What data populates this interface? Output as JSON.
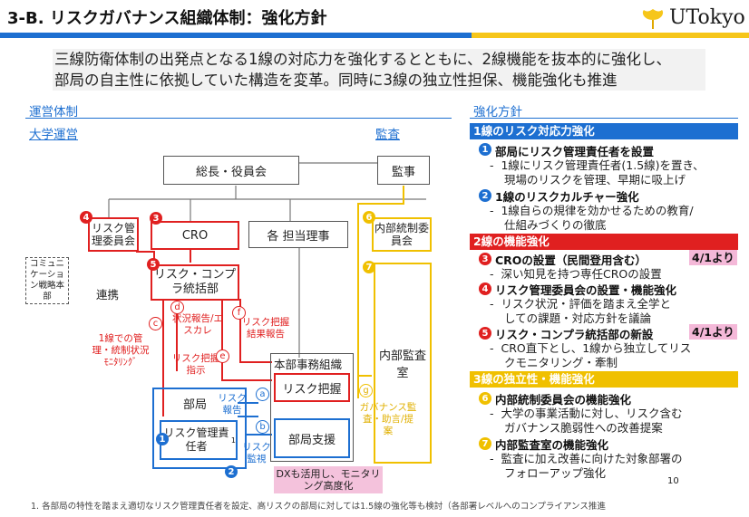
{
  "header": {
    "title": "3-B. リスクガバナンス組織体制：強化方針",
    "logo_text": "UTokyo",
    "accent_blue": "#1d6fd1",
    "accent_yellow": "#f6c61a"
  },
  "intro": {
    "line1": "三線防衛体制の出発点となる1線の対応力を強化するとともに、2線機能を抜本的に強化し、",
    "line2": "部局の自主性に依拠していた構造を変革。同時に3線の独立性担保、機能強化も推進"
  },
  "diagram": {
    "section_label": "運営体制",
    "univ_label": "大学運営",
    "audit_label": "監査",
    "president": "総長・役員会",
    "auditor": "監事",
    "risk_committee": "リスク管理委員会",
    "cro": "CRO",
    "executives": "各 担当理事",
    "internal_control": "内部統制委員会",
    "comm_strategy": "コミュニケーション戦略本部",
    "renkei": "連携",
    "compliance_hq": "リスク・コンプラ統括部",
    "internal_audit": "内部監査室",
    "hq_admin": "本部事務組織",
    "risk_grasp": "リスク把握",
    "dept": "部局",
    "risk_manager": "リスク管理責任者",
    "risk_manager_sup": "1",
    "dept_support": "部局支援",
    "dx_note": "DXも活用し、モニタリング高度化",
    "label_c": "1線での管理・統制状況ﾓﾆﾀﾘﾝｸﾞ",
    "label_d": "状況報告/エスカレ",
    "label_e": "リスク把握指示",
    "label_f": "リスク把握結果報告",
    "label_a": "リスク報告",
    "label_b": "リスク監視",
    "label_g": "ガバナンス監査・助言/提案",
    "nums": {
      "n1": "1",
      "n2": "2",
      "n3": "3",
      "n4": "4",
      "n5": "5",
      "n6": "6",
      "n7": "7"
    },
    "circ": {
      "a": "a",
      "b": "b",
      "c": "c",
      "d": "d",
      "e": "e",
      "f": "f",
      "g": "g"
    }
  },
  "policy": {
    "section_label": "強化方針",
    "h1": "1線のリスク対応力強化",
    "i1": "部局にリスク管理責任者を設置",
    "i1_sub": [
      "1線にリスク管理責任者(1.5線)を置き、",
      "現場のリスクを管理、早期に吸上げ"
    ],
    "i2": "1線のリスクカルチャー強化",
    "i2_sub": [
      "1線自らの規律を効かせるための教育/",
      "仕組みづくりの徹底"
    ],
    "h2": "2線の機能強化",
    "i3": "CROの設置（民間登用含む）",
    "i3_badge": "4/1より",
    "i3_sub": [
      "深い知見を持つ専任CROの設置"
    ],
    "i4": "リスク管理委員会の設置・機能強化",
    "i4_sub": [
      "リスク状況・評価を踏まえ全学と",
      "しての課題・対応方針を議論"
    ],
    "i5": "リスク・コンプラ統括部の新設",
    "i5_badge": "4/1より",
    "i5_sub": [
      "CRO直下とし、1線から独立してリス",
      "クモニタリング・牽制"
    ],
    "h3": "3線の独立性・機能強化",
    "i6": "内部統制委員会の機能強化",
    "i6_sub": [
      "大学の事業活動に対し、リスク含む",
      "ガバナンス脆弱性への改善提案"
    ],
    "i7": "内部監査室の機能強化",
    "i7_sub": [
      "監査に加え改善に向けた対象部署の",
      "フォローアップ強化"
    ]
  },
  "footer": {
    "note": "1. 各部局の特性を踏まえ適切なリスク管理責任者を設定、高リスクの部局に対しては1.5線の強化等も検討（各部署レベルへのコンプライアンス推進",
    "page": "10"
  },
  "colors": {
    "red": "#e02020",
    "blue": "#1d6fd1",
    "yellow": "#f0c000",
    "pink": "#f4b8d8"
  }
}
